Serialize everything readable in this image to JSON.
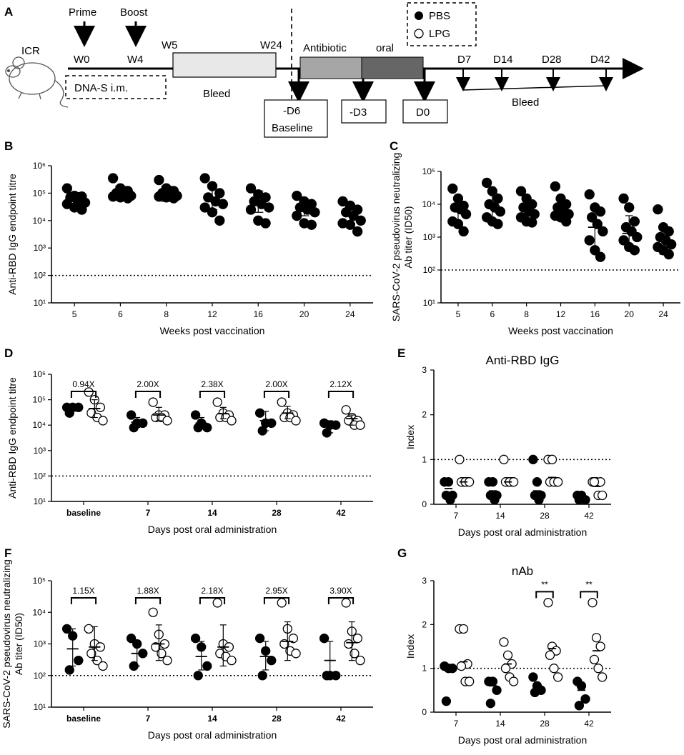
{
  "panels": {
    "A": {
      "letter": "A",
      "mouse": "ICR",
      "prime": "Prime",
      "boost": "Boost",
      "w0": "W0",
      "w4": "W4",
      "w5": "W5",
      "w24": "W24",
      "dna": "DNA-S i.m.",
      "bleed1": "Bleed",
      "antibiotic": "Antibiotic",
      "oral": "oral",
      "d6": "-D6",
      "baseline": "Baseline",
      "d3": "-D3",
      "d0": "D0",
      "d7": "D7",
      "d14": "D14",
      "d28": "D28",
      "d42": "D42",
      "bleed2": "Bleed",
      "legend": [
        "PBS",
        "LPG"
      ]
    },
    "B": {
      "letter": "B"
    },
    "C": {
      "letter": "C"
    },
    "D": {
      "letter": "D"
    },
    "E": {
      "letter": "E"
    },
    "F": {
      "letter": "F"
    },
    "G": {
      "letter": "G"
    }
  },
  "chart_data": [
    {
      "panel": "B",
      "type": "scatter",
      "yscale": "log",
      "ylabel": "Anti-RBD IgG endpoint titre",
      "xlabel": "Weeks post vaccination",
      "ylim": [
        10,
        1000000
      ],
      "cutoff": 100,
      "categories": [
        "5",
        "6",
        "8",
        "12",
        "16",
        "20",
        "24"
      ],
      "groups": [
        {
          "filled": true,
          "points": [
            150000,
            80000,
            75000,
            70000,
            50000,
            45000,
            40000,
            30000,
            25000
          ],
          "mean": 65000,
          "sd": [
            40000,
            105000
          ]
        },
        {
          "filled": true,
          "points": [
            350000,
            150000,
            120000,
            100000,
            90000,
            80000,
            75000,
            70000,
            65000
          ],
          "mean": 100000,
          "sd": [
            55000,
            180000
          ]
        },
        {
          "filled": true,
          "points": [
            300000,
            150000,
            120000,
            100000,
            90000,
            80000,
            75000,
            70000,
            65000
          ],
          "mean": 95000,
          "sd": [
            50000,
            180000
          ]
        },
        {
          "filled": true,
          "points": [
            350000,
            180000,
            100000,
            70000,
            50000,
            40000,
            30000,
            20000,
            10000
          ],
          "mean": 70000,
          "sd": [
            25000,
            200000
          ]
        },
        {
          "filled": true,
          "points": [
            150000,
            90000,
            70000,
            50000,
            40000,
            30000,
            25000,
            10000,
            8000
          ],
          "mean": 50000,
          "sd": [
            20000,
            120000
          ]
        },
        {
          "filled": true,
          "points": [
            80000,
            50000,
            40000,
            30000,
            25000,
            20000,
            15000,
            8000,
            7000
          ],
          "mean": 30000,
          "sd": [
            15000,
            55000
          ]
        },
        {
          "filled": true,
          "points": [
            50000,
            35000,
            25000,
            20000,
            15000,
            10000,
            8000,
            7000,
            4000
          ],
          "mean": 20000,
          "sd": [
            8000,
            40000
          ]
        }
      ]
    },
    {
      "panel": "C",
      "type": "scatter",
      "yscale": "log",
      "ylabel": "SARS-CoV-2 pseudovirus neutralizing Ab titer (ID50)",
      "xlabel": "Weeks post vaccination",
      "ylim": [
        10,
        100000
      ],
      "cutoff": 100,
      "categories": [
        "5",
        "6",
        "8",
        "12",
        "16",
        "20",
        "24"
      ],
      "groups": [
        {
          "filled": true,
          "points": [
            30000,
            15000,
            9000,
            8000,
            7000,
            5000,
            3000,
            2500,
            1500
          ],
          "mean": 7000,
          "sd": [
            2500,
            15000
          ]
        },
        {
          "filled": true,
          "points": [
            45000,
            25000,
            15000,
            10000,
            8000,
            6000,
            4000,
            3000,
            2500
          ],
          "mean": 9000,
          "sd": [
            3500,
            25000
          ]
        },
        {
          "filled": true,
          "points": [
            25000,
            15000,
            10000,
            8000,
            6000,
            5000,
            4000,
            3000,
            2800
          ],
          "mean": 7000,
          "sd": [
            3000,
            15000
          ]
        },
        {
          "filled": true,
          "points": [
            35000,
            15000,
            10000,
            8000,
            6000,
            5000,
            4500,
            4000,
            3000
          ],
          "mean": 6500,
          "sd": [
            3500,
            15000
          ]
        },
        {
          "filled": true,
          "points": [
            20000,
            8000,
            6000,
            4000,
            2500,
            1500,
            800,
            400,
            250
          ],
          "mean": 2000,
          "sd": [
            500,
            8000
          ]
        },
        {
          "filled": true,
          "points": [
            15000,
            8000,
            3000,
            2000,
            1500,
            1000,
            800,
            500,
            400
          ],
          "mean": 1300,
          "sd": [
            400,
            4500
          ]
        },
        {
          "filled": true,
          "points": [
            7000,
            2000,
            1500,
            1000,
            800,
            600,
            500,
            400,
            300
          ],
          "mean": 800,
          "sd": [
            300,
            2500
          ]
        }
      ]
    },
    {
      "panel": "D",
      "type": "scatter",
      "yscale": "log",
      "ylabel": "Anti-RBD IgG endpoint titre",
      "xlabel": "Days post oral administration",
      "ylim": [
        10,
        1000000
      ],
      "cutoff": 100,
      "categories": [
        "baseline",
        "7",
        "14",
        "28",
        "42"
      ],
      "fold": [
        "0.94X",
        "2.00X",
        "2.38X",
        "2.00X",
        "2.12X"
      ],
      "groups": [
        {
          "filled": true,
          "points": [
            50000,
            50000,
            50000,
            30000
          ],
          "mean": 45000,
          "sd": [
            35000,
            55000
          ]
        },
        {
          "filled": false,
          "points": [
            200000,
            100000,
            50000,
            30000,
            20000,
            15000
          ],
          "mean": 45000,
          "sd": [
            20000,
            100000
          ]
        },
        {
          "filled": true,
          "points": [
            25000,
            12000,
            12000,
            8000
          ],
          "mean": 13000,
          "sd": [
            8000,
            20000
          ]
        },
        {
          "filled": false,
          "points": [
            80000,
            25000,
            25000,
            20000,
            20000,
            15000
          ],
          "mean": 25000,
          "sd": [
            15000,
            50000
          ]
        },
        {
          "filled": true,
          "points": [
            25000,
            12000,
            8000,
            8000
          ],
          "mean": 12000,
          "sd": [
            7000,
            20000
          ]
        },
        {
          "filled": false,
          "points": [
            80000,
            30000,
            25000,
            20000,
            20000,
            15000
          ],
          "mean": 28000,
          "sd": [
            18000,
            50000
          ]
        },
        {
          "filled": true,
          "points": [
            30000,
            12000,
            12000,
            6000
          ],
          "mean": 15000,
          "sd": [
            6000,
            35000
          ]
        },
        {
          "filled": false,
          "points": [
            80000,
            30000,
            25000,
            20000,
            20000,
            15000
          ],
          "mean": 30000,
          "sd": [
            18000,
            55000
          ]
        },
        {
          "filled": true,
          "points": [
            12000,
            10000,
            10000,
            5000
          ],
          "mean": 9000,
          "sd": [
            5000,
            15000
          ]
        },
        {
          "filled": false,
          "points": [
            40000,
            20000,
            15000,
            15000,
            10000,
            10000
          ],
          "mean": 18000,
          "sd": [
            10000,
            25000
          ]
        }
      ]
    },
    {
      "panel": "E",
      "type": "scatter",
      "yscale": "linear",
      "title": "Anti-RBD IgG",
      "ylabel": "Index",
      "xlabel": "Days post oral administration",
      "ylim": [
        0,
        3
      ],
      "ref": 1,
      "categories": [
        "7",
        "14",
        "28",
        "42"
      ],
      "groups": [
        {
          "filled": true,
          "points": [
            0.5,
            0.5,
            0.2,
            0.2,
            0.1
          ],
          "mean": 0.35
        },
        {
          "filled": false,
          "points": [
            1.0,
            0.5,
            0.5,
            0.5,
            0.5,
            0.5
          ],
          "mean": 0.5
        },
        {
          "filled": true,
          "points": [
            0.5,
            0.5,
            0.2,
            0.2,
            0.1
          ],
          "mean": 0.3
        },
        {
          "filled": false,
          "points": [
            1.0,
            0.5,
            0.5,
            0.5,
            0.5,
            0.5
          ],
          "mean": 0.5
        },
        {
          "filled": true,
          "points": [
            1.0,
            0.5,
            0.2,
            0.2,
            0.1
          ],
          "mean": 0.3
        },
        {
          "filled": false,
          "points": [
            1.0,
            1.0,
            0.5,
            0.5,
            0.5,
            0.5
          ],
          "mean": 0.6
        },
        {
          "filled": true,
          "points": [
            0.2,
            0.2,
            0.1,
            0.1
          ],
          "mean": 0.15
        },
        {
          "filled": false,
          "points": [
            0.5,
            0.5,
            0.5,
            0.5,
            0.2,
            0.2
          ],
          "mean": 0.4
        }
      ]
    },
    {
      "panel": "F",
      "type": "scatter",
      "yscale": "log",
      "ylabel": "SARS-CoV-2 pseudovirus neutralizing Ab titer (ID50)",
      "xlabel": "Days post oral administration",
      "ylim": [
        10,
        100000
      ],
      "cutoff": 100,
      "categories": [
        "baseline",
        "7",
        "14",
        "28",
        "42"
      ],
      "fold": [
        "1.15X",
        "1.88X",
        "2.18X",
        "2.95X",
        "3.90X"
      ],
      "groups": [
        {
          "filled": true,
          "points": [
            3000,
            1800,
            300,
            150
          ],
          "mean": 700,
          "sd": [
            200,
            3000
          ]
        },
        {
          "filled": false,
          "points": [
            3000,
            1000,
            800,
            500,
            300,
            200
          ],
          "mean": 800,
          "sd": [
            300,
            3500
          ]
        },
        {
          "filled": true,
          "points": [
            1500,
            1000,
            500,
            200
          ],
          "mean": 500,
          "sd": [
            200,
            1300
          ]
        },
        {
          "filled": false,
          "points": [
            10000,
            2000,
            1000,
            800,
            500,
            300
          ],
          "mean": 1000,
          "sd": [
            300,
            4000
          ]
        },
        {
          "filled": true,
          "points": [
            1500,
            800,
            200,
            100
          ],
          "mean": 400,
          "sd": [
            150,
            1200
          ]
        },
        {
          "filled": false,
          "points": [
            20000,
            1000,
            800,
            500,
            400,
            300
          ],
          "mean": 800,
          "sd": [
            200,
            4000
          ]
        },
        {
          "filled": true,
          "points": [
            1500,
            600,
            300,
            100
          ],
          "mean": 400,
          "sd": [
            150,
            1200
          ]
        },
        {
          "filled": false,
          "points": [
            20000,
            3000,
            1500,
            1000,
            600,
            500
          ],
          "mean": 1200,
          "sd": [
            300,
            5000
          ]
        },
        {
          "filled": true,
          "points": [
            1500,
            100,
            100,
            100
          ],
          "mean": 300,
          "sd": [
            100,
            1200
          ]
        },
        {
          "filled": false,
          "points": [
            20000,
            2500,
            1500,
            1000,
            500,
            300
          ],
          "mean": 1100,
          "sd": [
            300,
            5000
          ]
        }
      ]
    },
    {
      "panel": "G",
      "type": "scatter",
      "yscale": "linear",
      "title": "nAb",
      "ylabel": "Index",
      "xlabel": "Days post oral administration",
      "ylim": [
        0,
        3
      ],
      "ref": 1,
      "categories": [
        "7",
        "14",
        "28",
        "42"
      ],
      "significance": [
        "",
        "",
        "**",
        "**"
      ],
      "groups": [
        {
          "filled": true,
          "points": [
            1.05,
            1.0,
            1.0,
            0.25
          ],
          "mean": 1.0
        },
        {
          "filled": false,
          "points": [
            1.9,
            1.9,
            1.1,
            1.05,
            0.7,
            0.7
          ],
          "mean": 1.15
        },
        {
          "filled": true,
          "points": [
            0.7,
            0.7,
            0.5,
            0.2
          ],
          "mean": 0.6
        },
        {
          "filled": false,
          "points": [
            1.6,
            1.3,
            1.1,
            1.0,
            0.8,
            0.7
          ],
          "mean": 1.1
        },
        {
          "filled": true,
          "points": [
            0.8,
            0.6,
            0.5,
            0.45
          ],
          "mean": 0.6
        },
        {
          "filled": false,
          "points": [
            2.5,
            1.5,
            1.4,
            1.3,
            1.0,
            0.8
          ],
          "mean": 1.45
        },
        {
          "filled": true,
          "points": [
            0.7,
            0.6,
            0.3,
            0.15
          ],
          "mean": 0.5
        },
        {
          "filled": false,
          "points": [
            2.5,
            1.7,
            1.5,
            1.2,
            1.0,
            0.8
          ],
          "mean": 1.4
        }
      ]
    }
  ]
}
